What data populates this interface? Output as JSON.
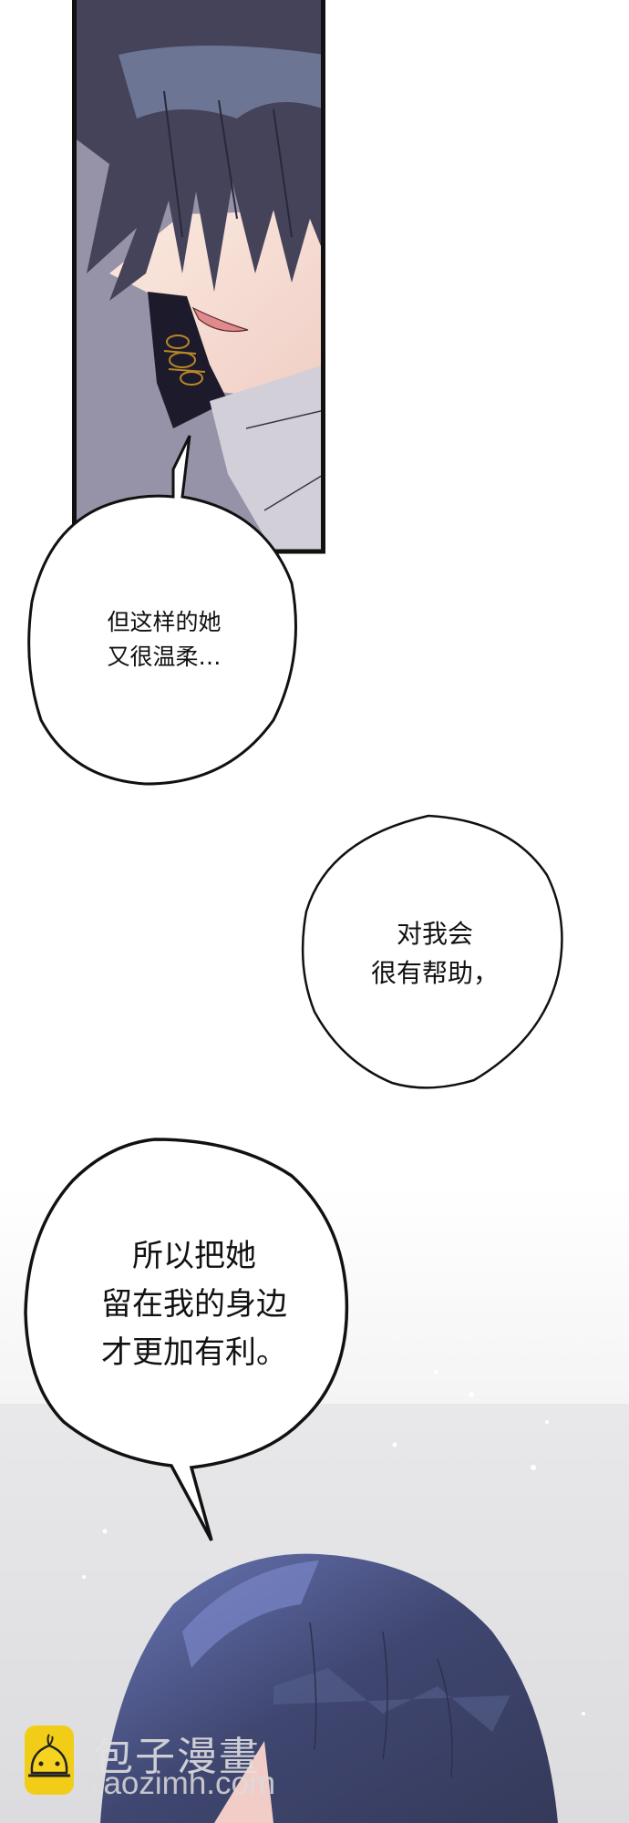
{
  "comic": {
    "panels": [
      {
        "id": "panel-1",
        "description": "close-up of dark-haired man, eyes hidden by bangs, mouth slightly open",
        "border_color": "#111111"
      },
      {
        "id": "panel-2",
        "description": "top of a blue-black haired head over a misty grey background with sparkles"
      }
    ],
    "bubbles": [
      {
        "id": "bubble-1",
        "text": "但这样的她\n又很温柔…",
        "line1": "但这样的她",
        "line2": "又很温柔…"
      },
      {
        "id": "bubble-2",
        "text": "对我会\n很有帮助，",
        "line1": "对我会",
        "line2": "很有帮助，"
      },
      {
        "id": "bubble-3",
        "text": "所以把她\n留在我的身边\n才更加有利。",
        "line1": "所以把她",
        "line2": "留在我的身边",
        "line3": "才更加有利。"
      }
    ],
    "watermark": {
      "title": "包子漫畫",
      "url": "baozimh.com",
      "logo_color": "#f2cd18"
    }
  },
  "colors": {
    "background": "#ffffff",
    "hair_dark": "#3a3a52",
    "hair_blue": "#4b5580",
    "skin": "#f6dcd2",
    "mist": "#e6e6e8"
  }
}
